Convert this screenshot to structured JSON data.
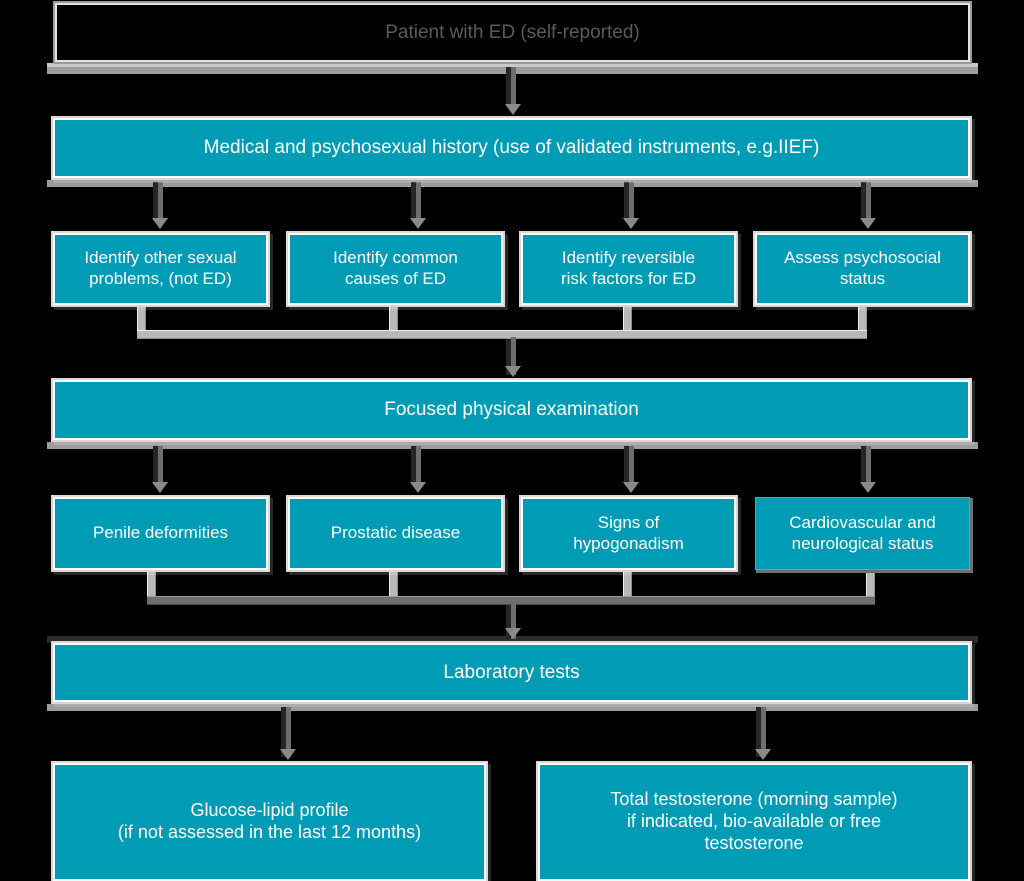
{
  "figure": {
    "title": "Diagnostic work-up flowchart for erectile dysfunction",
    "type": "flowchart",
    "orientation": "top-to-bottom",
    "colors": {
      "node_fill_teal": "#009BB4",
      "node_text": "#FFFFFF",
      "ghost_node_text": "#5A5A5A",
      "connector_gray": "#6E6E6E",
      "merge_bar_gray": "#B8B8B8",
      "background": "#000000"
    }
  },
  "nodes": {
    "entry": {
      "label": "Patient with ED (self-reported)",
      "style": "ghost"
    },
    "history": {
      "label": "Medical and psychosexual history (use of validated instruments, e.g.IIEF)",
      "style": "teal"
    },
    "history_children": [
      {
        "label": "Identify other sexual\nproblems, (not ED)",
        "line1": "Identify other sexual",
        "line2": "problems, (not ED)",
        "style": "teal"
      },
      {
        "label": "Identify common\ncauses of ED",
        "line1": "Identify common",
        "line2": "causes of ED",
        "style": "teal"
      },
      {
        "label": "Identify reversible\nrisk factors for ED",
        "line1": "Identify reversible",
        "line2": "risk factors for ED",
        "style": "teal"
      },
      {
        "label": "Assess psychosocial\nstatus",
        "line1": "Assess psychosocial",
        "line2": "status",
        "style": "teal"
      }
    ],
    "examination": {
      "label": "Focused physical examination",
      "style": "teal"
    },
    "examination_children": [
      {
        "label": "Penile deformities",
        "line1": "Penile deformities",
        "line2": "",
        "style": "teal"
      },
      {
        "label": "Prostatic disease",
        "line1": "Prostatic disease",
        "line2": "",
        "style": "teal"
      },
      {
        "label": "Signs of\nhypogonadism",
        "line1": "Signs of",
        "line2": "hypogonadism",
        "style": "teal"
      },
      {
        "label": "Cardiovascular and\nneurological status",
        "line1": "Cardiovascular and",
        "line2": "neurological status",
        "style": "teal-plain"
      }
    ],
    "laboratory": {
      "label": "Laboratory tests",
      "style": "teal"
    },
    "laboratory_children": [
      {
        "label": "Glucose-lipid profile\n(if not assessed in the last 12 months)",
        "line1": "Glucose-lipid profile",
        "line2": "(if not assessed in the last 12 months)",
        "line3": "",
        "style": "teal"
      },
      {
        "label": "Total testosterone (morning sample)\nif indicated, bio-available or free\ntestosterone",
        "line1": "Total testosterone (morning sample)",
        "line2": "if indicated, bio-available or free",
        "line3": "testosterone",
        "style": "teal"
      }
    ]
  },
  "edges": [
    {
      "from": "entry",
      "to": "history",
      "kind": "arrow-down"
    },
    {
      "from": "history",
      "to": "history_children.0",
      "kind": "arrow-down"
    },
    {
      "from": "history",
      "to": "history_children.1",
      "kind": "arrow-down"
    },
    {
      "from": "history",
      "to": "history_children.2",
      "kind": "arrow-down"
    },
    {
      "from": "history",
      "to": "history_children.3",
      "kind": "arrow-down"
    },
    {
      "from": "history_children",
      "to": "examination",
      "kind": "merge-arrow-down"
    },
    {
      "from": "examination",
      "to": "examination_children.0",
      "kind": "arrow-down"
    },
    {
      "from": "examination",
      "to": "examination_children.1",
      "kind": "arrow-down"
    },
    {
      "from": "examination",
      "to": "examination_children.2",
      "kind": "arrow-down"
    },
    {
      "from": "examination",
      "to": "examination_children.3",
      "kind": "arrow-down"
    },
    {
      "from": "examination_children",
      "to": "laboratory",
      "kind": "merge-arrow-down"
    },
    {
      "from": "laboratory",
      "to": "laboratory_children.0",
      "kind": "arrow-down"
    },
    {
      "from": "laboratory",
      "to": "laboratory_children.1",
      "kind": "arrow-down"
    }
  ]
}
